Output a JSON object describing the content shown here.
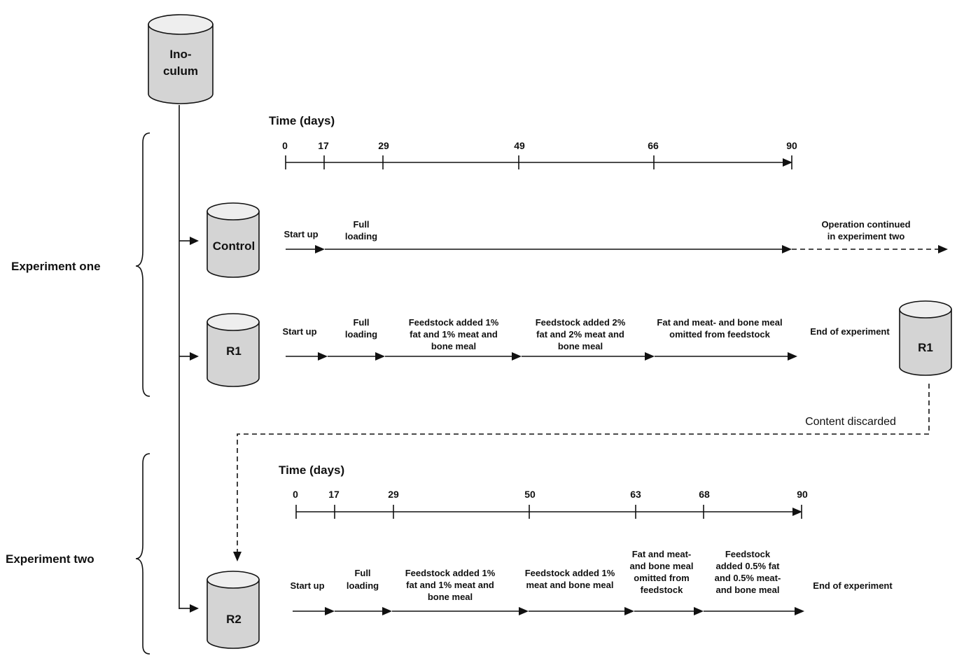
{
  "inoculum": {
    "label_lines": [
      "Ino-",
      "culum"
    ]
  },
  "experiment_one": {
    "label": "Experiment one",
    "time_axis": {
      "title": "Time (days)",
      "ticks": [
        "0",
        "17",
        "29",
        "49",
        "66",
        "90"
      ]
    },
    "control": {
      "reactor": "Control",
      "phases": [
        {
          "lines": [
            "Start up"
          ]
        },
        {
          "lines": [
            "Full",
            "loading"
          ]
        }
      ],
      "continuation": {
        "lines": [
          "Operation continued",
          "in experiment two"
        ]
      }
    },
    "r1": {
      "reactor": "R1",
      "phases": [
        {
          "lines": [
            "Start up"
          ]
        },
        {
          "lines": [
            "Full",
            "loading"
          ]
        },
        {
          "lines": [
            "Feedstock added 1%",
            "fat and 1% meat and",
            "bone meal"
          ]
        },
        {
          "lines": [
            "Feedstock added 2%",
            "fat and 2% meat and",
            "bone meal"
          ]
        },
        {
          "lines": [
            "Fat and meat- and bone meal",
            "omitted from feedstock"
          ]
        }
      ],
      "end_label": "End of experiment",
      "end_reactor": "R1"
    }
  },
  "transfer": {
    "label": "Content discarded"
  },
  "experiment_two": {
    "label": "Experiment two",
    "time_axis": {
      "title": "Time (days)",
      "ticks": [
        "0",
        "17",
        "29",
        "50",
        "63",
        "68",
        "90"
      ]
    },
    "r2": {
      "reactor": "R2",
      "phases": [
        {
          "lines": [
            "Start up"
          ]
        },
        {
          "lines": [
            "Full",
            "loading"
          ]
        },
        {
          "lines": [
            "Feedstock added 1%",
            "fat and 1% meat and",
            "bone meal"
          ]
        },
        {
          "lines": [
            "Feedstock added 1%",
            "meat and bone meal"
          ]
        },
        {
          "lines": [
            "Fat and meat-",
            "and bone meal",
            "omitted from",
            "feedstock"
          ]
        },
        {
          "lines": [
            "Feedstock",
            "added 0.5% fat",
            "and 0.5% meat-",
            "and bone meal"
          ]
        }
      ],
      "end_label": "End of experiment"
    }
  }
}
